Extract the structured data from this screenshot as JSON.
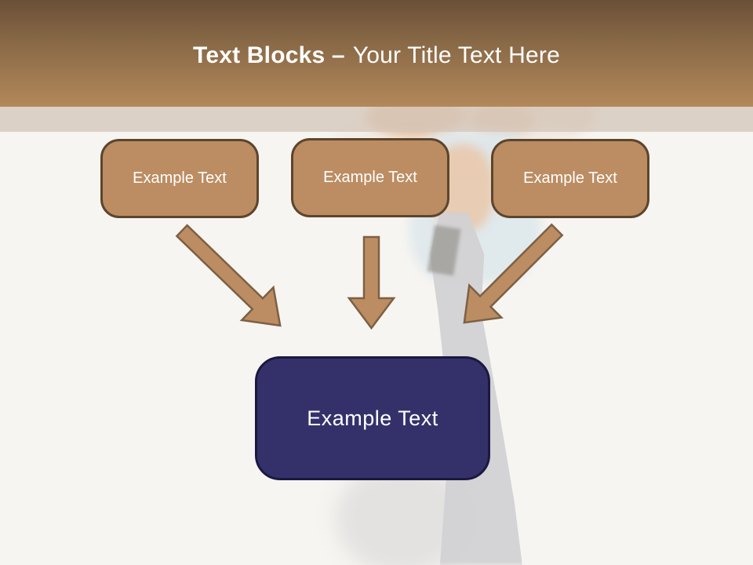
{
  "title": {
    "bold_part": "Text Blocks –",
    "light_part": "Your Title Text Here"
  },
  "source_boxes": [
    {
      "label": "Example Text"
    },
    {
      "label": "Example Text"
    },
    {
      "label": "Example Text"
    }
  ],
  "target_box": {
    "label": "Example Text"
  },
  "arrows": [
    {
      "icon": "arrow-down-right-icon"
    },
    {
      "icon": "arrow-down-icon"
    },
    {
      "icon": "arrow-down-left-icon"
    }
  ],
  "colors": {
    "header_top": "#6b5038",
    "header_bottom": "#b3885a",
    "band": "#d5c7ba",
    "background": "#f7f5f1",
    "box_fill": "#bc8d62",
    "box_border": "#5d452d",
    "arrow_fill": "#bc8d62",
    "arrow_border": "#7d6044",
    "target_fill": "#34316a",
    "target_border": "#1b1941",
    "text_color": "#ffffff"
  }
}
